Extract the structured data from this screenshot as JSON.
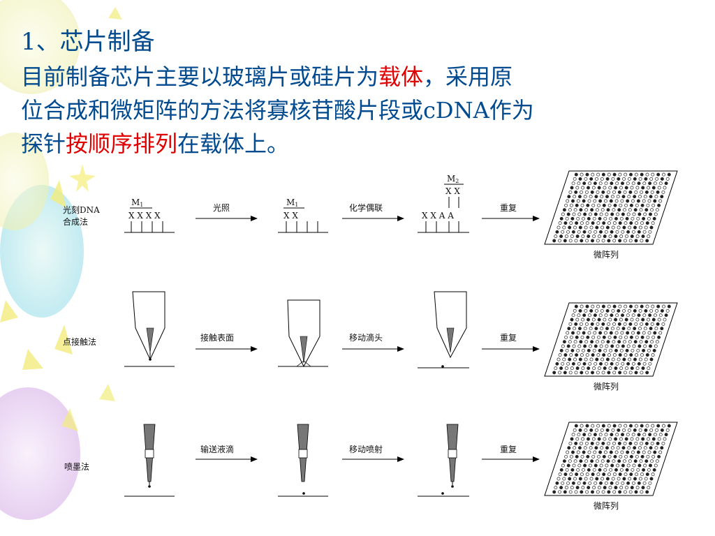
{
  "slide": {
    "title": "1、芯片制备",
    "line1": {
      "a": "目前制备芯片主要以玻璃片或硅片为",
      "b": "载体",
      "c": "，采用原"
    },
    "line2": "位合成和微矩阵的方法将寡核苷酸片段或cDNA作为",
    "line3": {
      "a": "探针",
      "b": "按顺序排列",
      "c": "在载体上。"
    },
    "highlight_color": "#e00000",
    "text_color": "#004a8f"
  },
  "diagram": {
    "rows": [
      {
        "method": [
          "光刻DNA",
          "合成法"
        ],
        "step1": "光照",
        "step2": "化学偶联",
        "step3": "重复",
        "result": "微阵列",
        "m1": "M",
        "m1_sub": "1",
        "x4": "X X X X",
        "x2": "X X",
        "m2": "M",
        "m2_sub": "2",
        "x2b": "X X",
        "xxaa": "X X A A"
      },
      {
        "method": [
          "点接触法"
        ],
        "step1": "接触表面",
        "step2": "移动滴头",
        "step3": "重复",
        "result": "微阵列"
      },
      {
        "method": [
          "喷墨法"
        ],
        "step1": "输送液滴",
        "step2": "移动喷射",
        "step3": "重复",
        "result": "微阵列"
      }
    ]
  }
}
